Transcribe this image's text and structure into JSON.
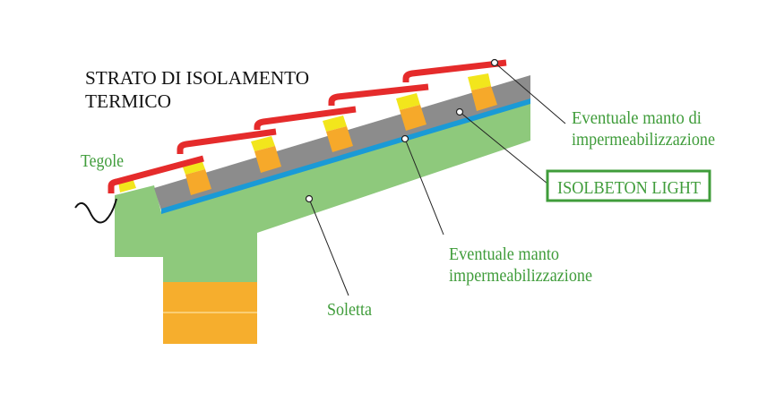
{
  "title": {
    "line1": "STRATO DI ISOLAMENTO",
    "line2": "TERMICO"
  },
  "labels": {
    "tegole": "Tegole",
    "soletta": "Soletta",
    "manto_top": {
      "line1": "Eventuale manto di",
      "line2": "impermeabilizzazione"
    },
    "manto_bottom": {
      "line1": "Eventuale manto",
      "line2": "impermeabilizzazione"
    },
    "product": "ISOLBETON LIGHT"
  },
  "colors": {
    "slab": "#8ec97c",
    "insulation": "#8c8c8c",
    "membrane": "#1a9ad6",
    "tiles": "#e52b2b",
    "battens_top": "#f2e61c",
    "battens_bottom": "#f6a92a",
    "text_green": "#3f9c3a"
  }
}
